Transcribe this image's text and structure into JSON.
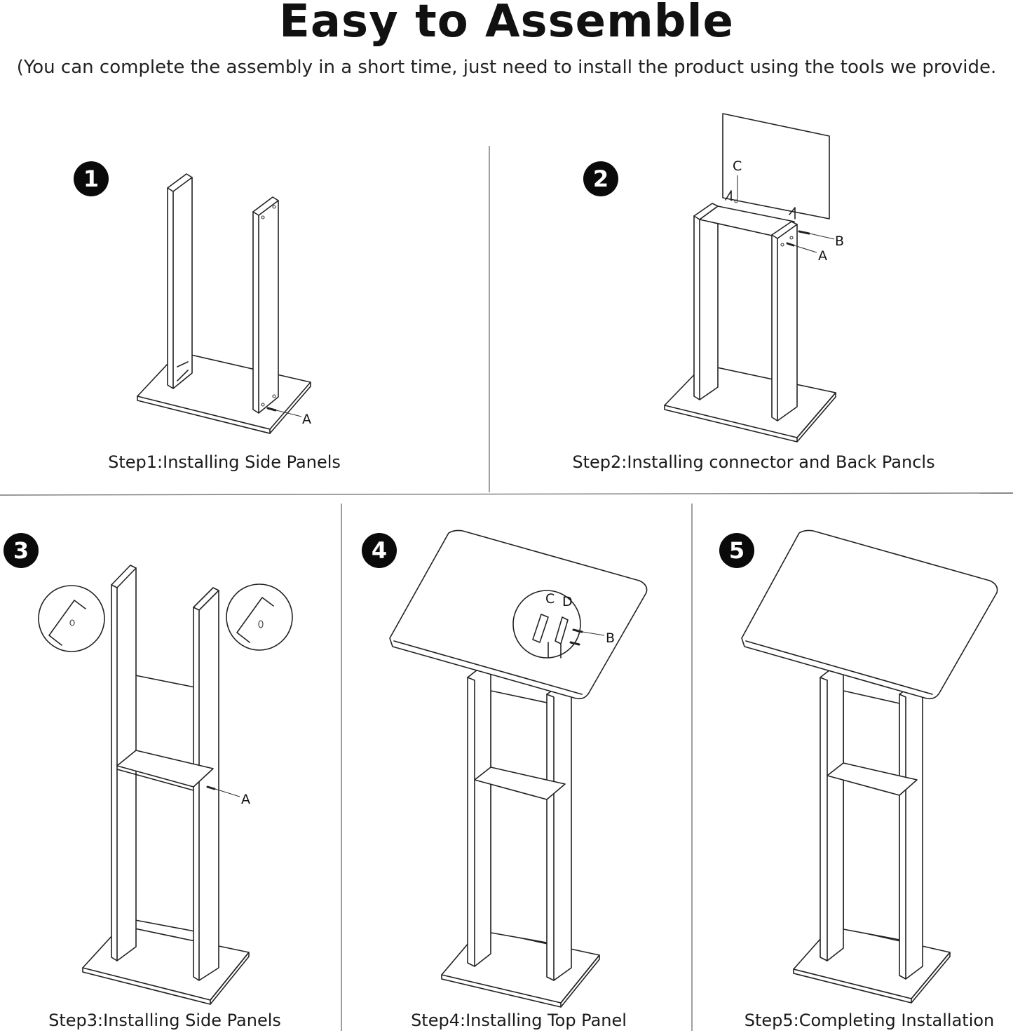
{
  "header": {
    "title": "Easy to Assemble",
    "subtitle": "(You can complete the assembly in a short time,  just need to install the product using the tools we provide."
  },
  "steps": [
    {
      "number": "1",
      "caption": "Step1:Installing Side Panels"
    },
    {
      "number": "2",
      "caption": "Step2:Installing connector and Back Pancls"
    },
    {
      "number": "3",
      "caption": "Step3:Installing Side Panels"
    },
    {
      "number": "4",
      "caption": "Step4:Installing Top Panel"
    },
    {
      "number": "5",
      "caption": "Step5:Completing Installation"
    }
  ],
  "part_labels": {
    "a": "A",
    "b": "B",
    "c": "C",
    "d": "D"
  }
}
